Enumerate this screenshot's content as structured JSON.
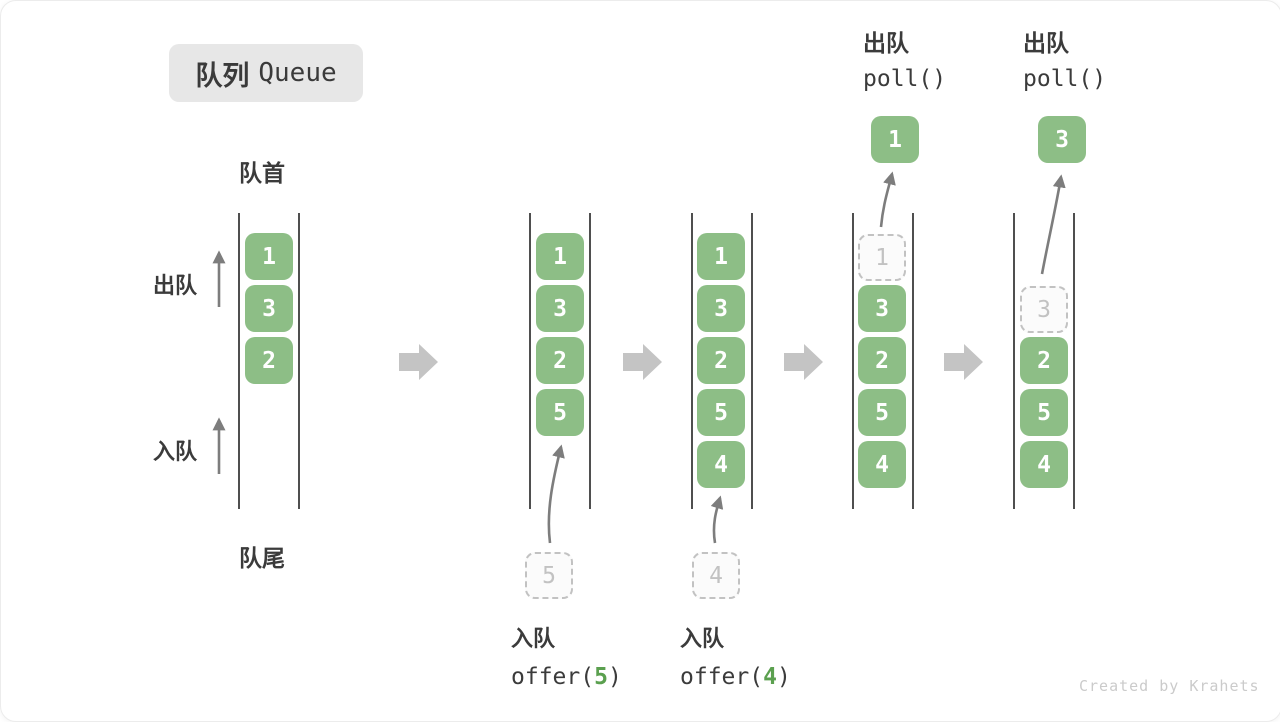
{
  "title": {
    "zh": "队列",
    "en": "Queue"
  },
  "queue_labels": {
    "front": "队首",
    "rear": "队尾"
  },
  "side_ops": {
    "dequeue": "出队",
    "enqueue": "入队"
  },
  "states": [
    {
      "green": [
        "1",
        "3",
        "2"
      ]
    },
    {
      "green": [
        "1",
        "3",
        "2",
        "5"
      ],
      "pending": "5"
    },
    {
      "green": [
        "1",
        "3",
        "2",
        "5",
        "4"
      ],
      "pending": "4"
    },
    {
      "ghost": "1",
      "green": [
        "3",
        "2",
        "5",
        "4"
      ],
      "result": "1"
    },
    {
      "ghost": "3",
      "green": [
        "2",
        "5",
        "4"
      ],
      "result": "3"
    }
  ],
  "ops": {
    "enqueue5": {
      "label": "入队",
      "fn_open": "offer(",
      "arg": "5",
      "fn_close": ")"
    },
    "enqueue4": {
      "label": "入队",
      "fn_open": "offer(",
      "arg": "4",
      "fn_close": ")"
    },
    "poll1": {
      "label": "出队",
      "fn": "poll()"
    },
    "poll2": {
      "label": "出队",
      "fn": "poll()"
    }
  },
  "watermark": "Created by Krahets",
  "colors": {
    "box_green": "#8dbe86",
    "code_green": "#5ba04f",
    "flow_arrow_gray": "#c4c4c4",
    "thin_arrow_gray": "#7d7d7d",
    "channel_line_gray": "#4f4f4f",
    "badge_gray": "#e7e7e7"
  }
}
